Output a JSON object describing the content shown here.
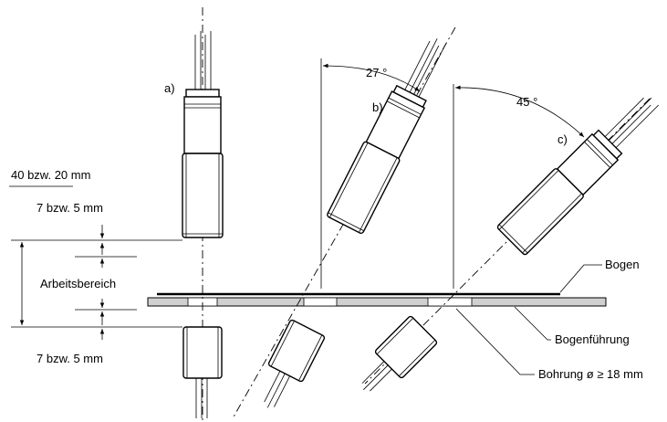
{
  "labels": {
    "variant_a": "a)",
    "variant_b": "b)",
    "variant_c": "c)",
    "angle_b": "27 °",
    "angle_c": "45 °",
    "dim_total": "40 bzw. 20 mm",
    "dim_top_offset": "7 bzw. 5 mm",
    "working_range": "Arbeitsbereich",
    "dim_bottom_offset": "7 bzw. 5 mm",
    "sheet": "Bogen",
    "sheet_guide": "Bogenführung",
    "bore": "Bohrung ø ≥ 18 mm"
  },
  "colors": {
    "line": "#000000",
    "guide_fill": "#d0d0d0",
    "background": "#ffffff"
  }
}
